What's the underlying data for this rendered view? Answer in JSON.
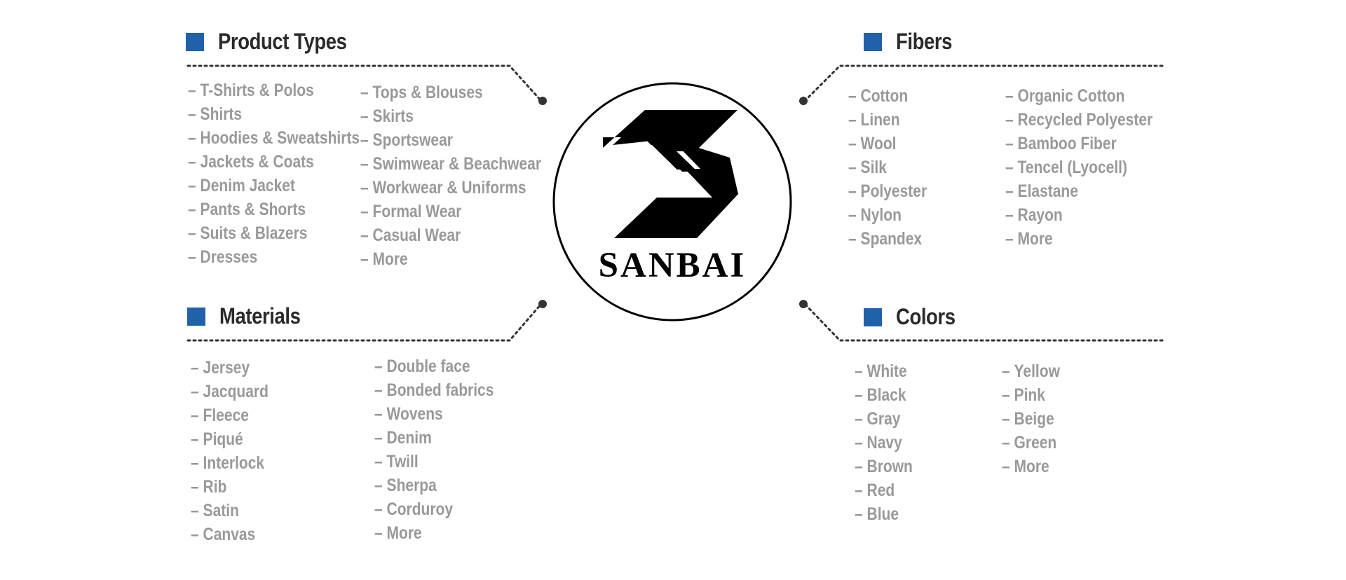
{
  "brand": {
    "name": "SANBAI"
  },
  "colors": {
    "accent": "#2161a9",
    "title": "#2a2a2a",
    "item": "#999999",
    "dots": "#333333"
  },
  "sections": {
    "product_types": {
      "title": "Product Types",
      "col1": [
        "T-Shirts & Polos",
        "Shirts",
        "Hoodies & Sweatshirts",
        "Jackets & Coats",
        "Denim Jacket",
        "Pants & Shorts",
        "Suits & Blazers",
        "Dresses"
      ],
      "col2": [
        "Tops & Blouses",
        "Skirts",
        "Sportswear",
        "Swimwear & Beachwear",
        "Workwear & Uniforms",
        "Formal Wear",
        "Casual Wear",
        "More"
      ]
    },
    "fibers": {
      "title": "Fibers",
      "col1": [
        "Cotton",
        "Linen",
        "Wool",
        "Silk",
        "Polyester",
        "Nylon",
        "Spandex"
      ],
      "col2": [
        "Organic Cotton",
        "Recycled Polyester",
        "Bamboo Fiber",
        "Tencel (Lyocell)",
        "Elastane",
        "Rayon",
        "More"
      ]
    },
    "materials": {
      "title": "Materials",
      "col1": [
        "Jersey",
        "Jacquard",
        "Fleece",
        "Piqué",
        "Interlock",
        "Rib",
        "Satin",
        "Canvas"
      ],
      "col2": [
        "Double face",
        "Bonded fabrics",
        "Wovens",
        "Denim",
        "Twill",
        "Sherpa",
        "Corduroy",
        "More"
      ]
    },
    "colors": {
      "title": "Colors",
      "col1": [
        "White",
        "Black",
        "Gray",
        "Navy",
        "Brown",
        "Red",
        "Blue"
      ],
      "col2": [
        "Yellow",
        "Pink",
        "Beige",
        "Green",
        "More"
      ]
    }
  }
}
